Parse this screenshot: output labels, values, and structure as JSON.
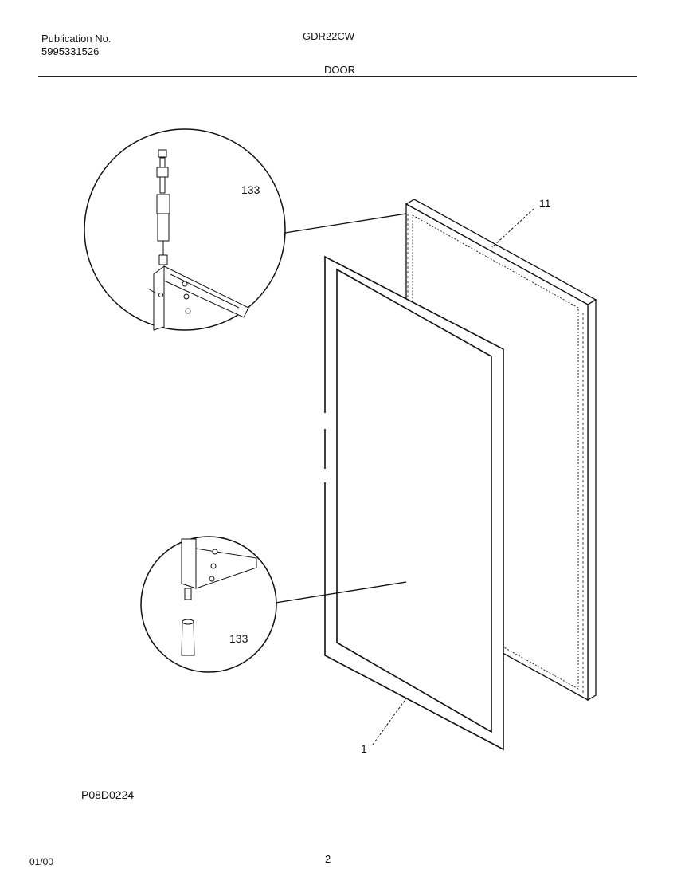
{
  "header": {
    "publication_label": "Publication No.",
    "publication_number": "5995331526",
    "model": "GDR22CW",
    "section": "DOOR"
  },
  "callouts": {
    "hinge_top": "133",
    "hinge_bottom": "133",
    "door_panel": "11",
    "gasket": "1"
  },
  "footer": {
    "figure_code": "P08D0224",
    "date": "01/00",
    "page_number": "2"
  }
}
